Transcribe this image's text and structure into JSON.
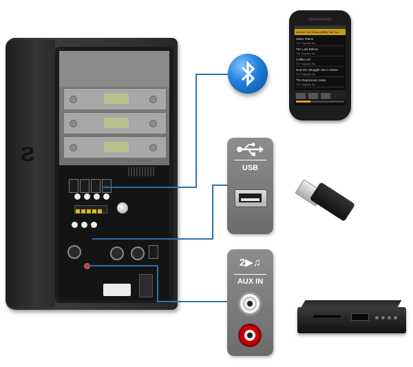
{
  "ports": {
    "usb": {
      "label": "USB"
    },
    "aux": {
      "title": "2▶♫",
      "label": "AUX IN"
    }
  },
  "icons": {
    "bluetooth": "bluetooth-icon",
    "usb": "usb-icon",
    "music": "music-note-icon"
  },
  "colors": {
    "connector_line": "#2f6fb0",
    "bluetooth_blue": "#1f7ed9",
    "card_gray": "#7c7c7c",
    "rca_red": "#c8000a"
  },
  "phone": {
    "now_playing": "We Are The Seven (UMB) The Tra...",
    "tracks": [
      {
        "title": "Sailor Flame",
        "artist": "The Tragically Hip"
      },
      {
        "title": "The Last Bellow",
        "artist": "The Tragically Hip"
      },
      {
        "title": "Coffee Girl",
        "artist": "The Tragically Hip"
      },
      {
        "title": "Now the Struggle Has a Name",
        "artist": "The Tragically Hip"
      },
      {
        "title": "The Depression Suite",
        "artist": "The Tragically Hip"
      }
    ],
    "progress": 0.3
  }
}
